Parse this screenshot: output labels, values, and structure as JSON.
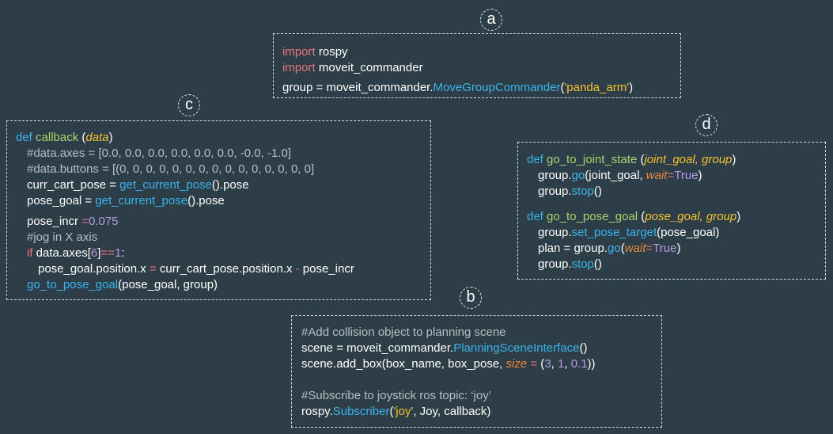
{
  "badges": {
    "a": "a",
    "b": "b",
    "c": "c",
    "d": "d"
  },
  "panel_a": {
    "l1": {
      "kw": "import",
      "rest": " rospy"
    },
    "l2": {
      "kw": "import",
      "rest": " moveit_commander"
    },
    "l3": {
      "a": "group = moveit_commander.",
      "call": "MoveGroupCommander",
      "b": "(",
      "str": "'panda_arm'",
      "c": ")"
    }
  },
  "panel_c": {
    "l1": {
      "def": "def",
      "fn": " callback",
      "open": " (",
      "param": "data",
      "close": ")"
    },
    "l2": "#data.axes = [0.0, 0.0, 0.0, 0.0, 0.0, 0.0, -0.0, -1.0]",
    "l3": "#data.buttons = [(0, 0, 0, 0, 0, 0, 0, 0, 0, 0, 0, 0, 0, 0, 0]",
    "l4": {
      "a": "curr_cart_pose = ",
      "call": "get_current_pose",
      "b": "().pose"
    },
    "l5": {
      "a": "pose_goal = ",
      "call": "get_current_pose",
      "b": "().pose"
    },
    "l6": {
      "a": "pose_incr ",
      "op": "=",
      "num": "0.075"
    },
    "l7": "#jog in X axis",
    "l8": {
      "kw": "if",
      "a": " data.axes[",
      "num1": "6",
      "b": "]",
      "op": "==",
      "num2": "1",
      "c": ":"
    },
    "l9": {
      "a": "pose_goal.position.x ",
      "op1": "=",
      "b": " curr_cart_pose.position.x ",
      "op2": "-",
      "c": " pose_incr"
    },
    "l10": {
      "call": "go_to_pose_goal",
      "a": "(pose_goal, group)"
    }
  },
  "panel_d": {
    "l1": {
      "def": "def",
      "fn": " go_to_joint_state",
      "open": " (",
      "param": "joint_goal, group",
      "close": ")"
    },
    "l2": {
      "a": "group.",
      "call": "go",
      "b": "(joint_goal, ",
      "kwa": "wait",
      "op": "=",
      "num": "True",
      "c": ")"
    },
    "l3": {
      "a": "group.",
      "call": "stop",
      "b": "()"
    },
    "l4": {
      "def": "def",
      "fn": " go_to_pose_goal",
      "open": " (",
      "param": "pose_goal, group",
      "close": ")"
    },
    "l5": {
      "a": "group.",
      "call": "set_pose_target",
      "b": "(pose_goal)"
    },
    "l6": {
      "a": "plan = group.",
      "call": "go",
      "b": "(",
      "kwa": "wait",
      "op": "=",
      "num": "True",
      "c": ")"
    },
    "l7": {
      "a": "group.",
      "call": "stop",
      "b": "()"
    }
  },
  "panel_b": {
    "l1": "#Add collision object to planning scene",
    "l2": {
      "a": "scene = moveit_commander.",
      "call": "PlanningSceneInterface",
      "b": "()"
    },
    "l3": {
      "a": "scene.add_box(box_name, box_pose, ",
      "kwa": "size",
      "op": " =",
      "b": " (",
      "n1": "3",
      "c1": ", ",
      "n2": "1",
      "c2": ", ",
      "n3": "0.1",
      "d": "))"
    },
    "l4": "#Subscribe to joystick ros topic: ‘joy’",
    "l5": {
      "a": "rospy.",
      "call": "Subscriber",
      "b": "(",
      "str": "'joy'",
      "c": ", Joy, callback)"
    }
  }
}
